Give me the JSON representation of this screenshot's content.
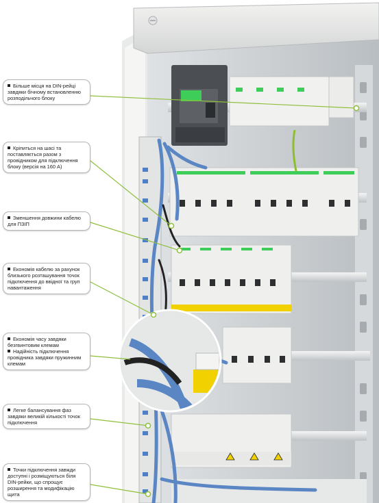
{
  "colors": {
    "callout_line": "#8fbf3c",
    "accent_green": "#3dcd58",
    "cable_blue": "#5b86c4",
    "device_white": "#eeeeec",
    "panel_grey": "#c9cdd1",
    "warning_yellow": "#f2d100"
  },
  "callouts": [
    {
      "id": "c1",
      "lines": [
        "Більше місця на DIN-рейці завдяки бічному встановленню розподільчого блоку"
      ]
    },
    {
      "id": "c2",
      "lines": [
        "Кріпиться на шасі та поставляється разом з провідником для підключення блоку (версія на 160 А)"
      ]
    },
    {
      "id": "c3",
      "lines": [
        "Зменшення довжини кабелю для ПЗІП"
      ]
    },
    {
      "id": "c4",
      "lines": [
        "Економія кабелю за рахунок близького розташування точок підключення до ввідної та груп навантаження"
      ]
    },
    {
      "id": "c5",
      "lines": [
        "Економія часу завдяки безгвинтовим клемам",
        "Надійність підключення провідника завдяки пружинним клемам"
      ]
    },
    {
      "id": "c6",
      "lines": [
        "Легке балансування фаз завдяки великій кількості точок підключення"
      ]
    },
    {
      "id": "c7",
      "lines": [
        "Точки підключення завжди доступні і розміщуються біля DIN-рейки, що спрощує розширення та модифікацію щита"
      ]
    }
  ],
  "icons": [
    "lock-icon",
    "warning-triangle-icon",
    "magnifier-circle-icon"
  ]
}
